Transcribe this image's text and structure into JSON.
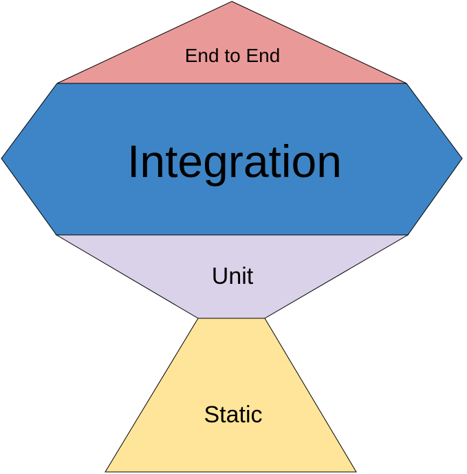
{
  "diagram": {
    "kind": "testing-trophy",
    "background_color": "#ffffff",
    "outline_color": "#000000",
    "text_color": "#000000",
    "sections": [
      {
        "label": "End to End",
        "color": "#ea9999"
      },
      {
        "label": "Integration",
        "color": "#3d85c6"
      },
      {
        "label": "Unit",
        "color": "#d9d2e9"
      },
      {
        "label": "Static",
        "color": "#ffe599"
      }
    ]
  }
}
